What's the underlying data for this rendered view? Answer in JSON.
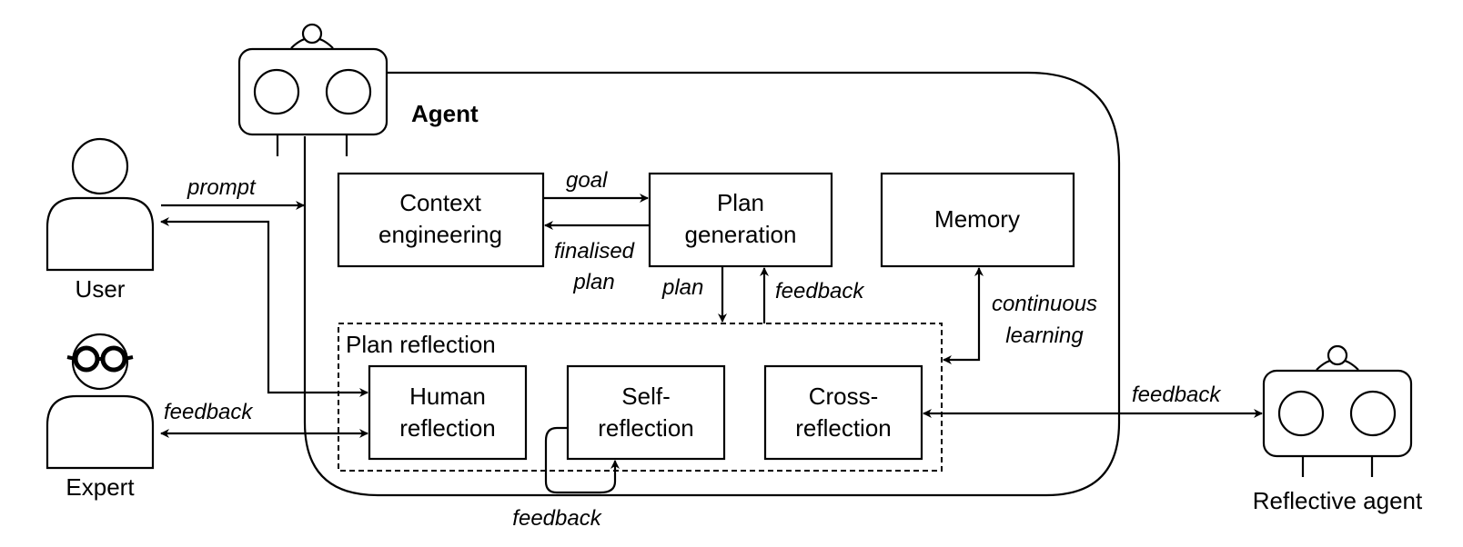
{
  "agent": {
    "title": "Agent"
  },
  "actors": {
    "user": "User",
    "expert": "Expert",
    "reflective_agent": "Reflective agent"
  },
  "boxes": {
    "context_engineering": [
      "Context",
      "engineering"
    ],
    "plan_generation": [
      "Plan",
      "generation"
    ],
    "memory": "Memory",
    "plan_reflection": "Plan reflection",
    "human_reflection": [
      "Human",
      "reflection"
    ],
    "self_reflection": [
      "Self-",
      "reflection"
    ],
    "cross_reflection": [
      "Cross-",
      "reflection"
    ]
  },
  "edges": {
    "prompt": "prompt",
    "goal": "goal",
    "finalised_plan": [
      "finalised",
      "plan"
    ],
    "plan": "plan",
    "feedback_plan": "feedback",
    "continuous_learning": [
      "continuous",
      "learning"
    ],
    "feedback_expert": "feedback",
    "feedback_self": "feedback",
    "feedback_reflective": "feedback"
  }
}
